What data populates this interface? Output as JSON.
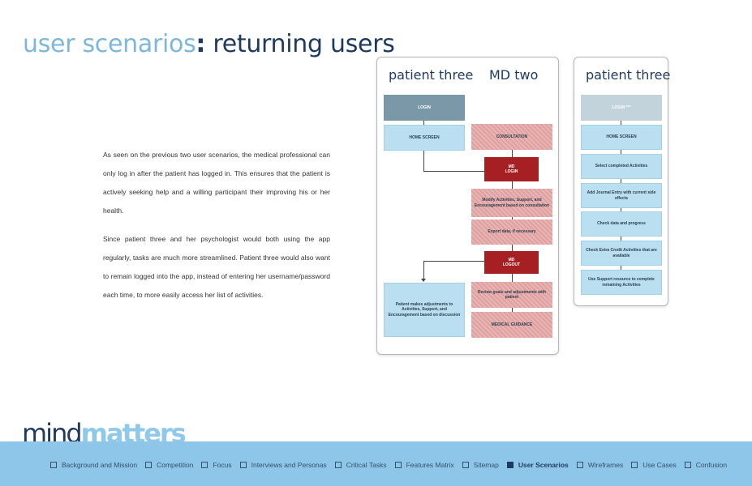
{
  "title": {
    "part1": "user scenarios",
    "colon": ":",
    "part2": " returning users"
  },
  "body": {
    "para1": "As seen on the previous two user scenarios, the medical professional can only log in after the patient has logged in. This ensures that the patient is actively seeking help and a willing participant their improving his or her health.",
    "para2": "Since patient three and her psychologist would both using the app regularly, tasks are much more streamlined. Patient three would also want to remain logged into the app, instead of entering her username/password each time, to more easily access her list of activities."
  },
  "main_card": {
    "col1_title": "patient three",
    "col2_title": "MD two",
    "boxes": {
      "login": "LOGIN",
      "home": "HOME SCREEN",
      "consultation": "CONSULTATION",
      "md_login": "MD\nLOGIN",
      "modify": "Modify Activities, Support, and Encouragement based on consultation",
      "export": "Export data, if necessary",
      "md_logout": "MD\nLOGOUT",
      "patient_adjust": "Patient makes adjustments to Activities, Support, and Encouragement based on discussion",
      "review": "Review goals and adjustments with patient",
      "guidance": "MEDICAL GUIDANCE"
    }
  },
  "side_card": {
    "title": "patient three",
    "boxes": [
      "LOGIN ***",
      "HOME SCREEN",
      "Select completed Activities",
      "Add Journal Entry with current side effects",
      "Check data and progress",
      "Check Extra Credit Activities that are available",
      "Use Support resource to complete remaining Activities"
    ]
  },
  "brand": {
    "part1": "mind",
    "part2": "matters"
  },
  "nav": [
    {
      "label": "Background and Mission",
      "active": false
    },
    {
      "label": "Competition",
      "active": false
    },
    {
      "label": "Focus",
      "active": false
    },
    {
      "label": "Interviews and Personas",
      "active": false
    },
    {
      "label": "Critical Tasks",
      "active": false
    },
    {
      "label": "Features Matrix",
      "active": false
    },
    {
      "label": "Sitemap",
      "active": false
    },
    {
      "label": "User Scenarios",
      "active": true
    },
    {
      "label": "Wireframes",
      "active": false
    },
    {
      "label": "Use Cases",
      "active": false
    },
    {
      "label": "Confusion",
      "active": false
    }
  ]
}
